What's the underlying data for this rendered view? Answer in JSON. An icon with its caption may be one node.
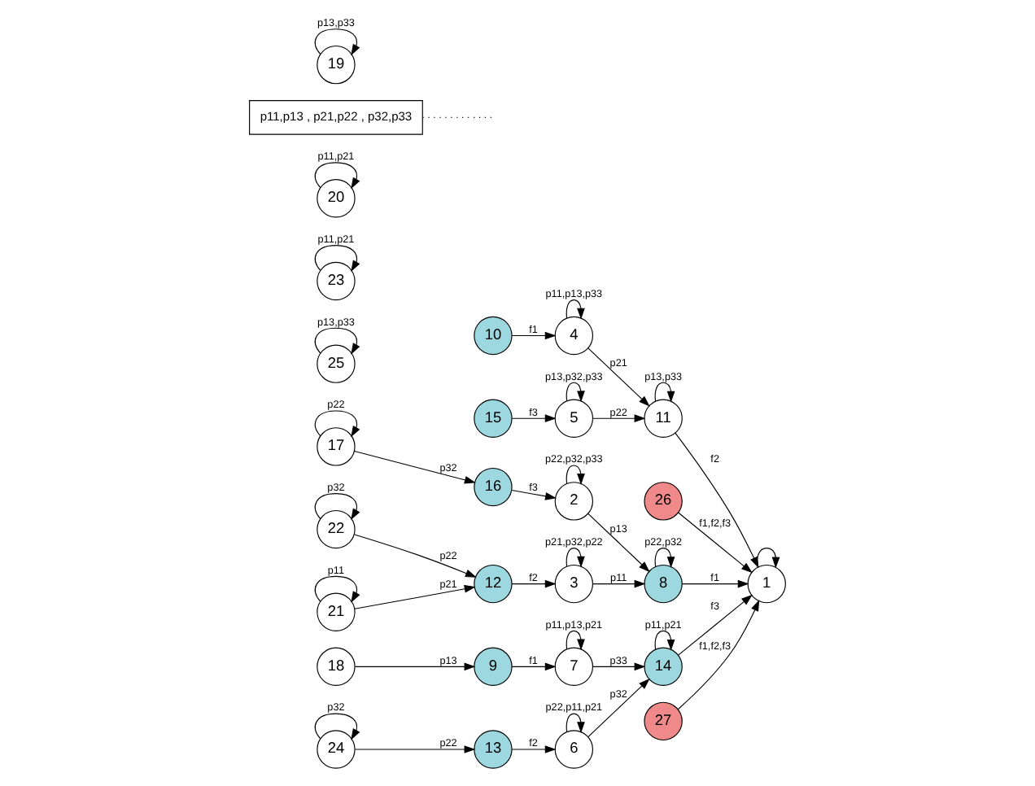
{
  "diagram": {
    "nodes": [
      {
        "text": [
          "17"
        ]
      },
      {
        "text": [
          "16"
        ]
      },
      {
        "text": [
          "2"
        ]
      },
      {
        "text": [
          "21"
        ]
      },
      {
        "text": [
          "12"
        ]
      },
      {
        "text": [
          "3"
        ]
      },
      {
        "text": [
          "8"
        ]
      },
      {
        "text": [
          "26"
        ]
      },
      {
        "text": [
          "25"
        ]
      },
      {
        "text": [
          "22"
        ]
      },
      {
        "text": [
          "10"
        ]
      },
      {
        "text": [
          "4"
        ]
      },
      {
        "text": [
          "23"
        ]
      },
      {
        "text": [
          "11"
        ]
      },
      {
        "text": [
          "1"
        ]
      },
      {
        "text": [
          "15"
        ]
      },
      {
        "text": [
          "5"
        ]
      },
      {
        "text": [
          "20"
        ]
      },
      {
        "text": [
          "24"
        ]
      },
      {
        "text": [
          "13"
        ]
      },
      {
        "text": [
          "6"
        ]
      },
      {
        "text": [
          "14"
        ]
      },
      {
        "text": [
          "27"
        ]
      },
      {
        "text": [
          "p11,p13 , p21,p22 , p32,p33"
        ]
      },
      {
        "text": [
          "19"
        ]
      },
      {
        "text": [
          "18"
        ]
      },
      {
        "text": [
          "9"
        ]
      },
      {
        "text": [
          "7"
        ]
      }
    ],
    "edges": [
      {
        "from": 0,
        "to": 0,
        "arrow": "to",
        "label": "p22"
      },
      {
        "from": 0,
        "to": 1,
        "arrow": "to",
        "label": "p32"
      },
      {
        "from": 1,
        "to": 2,
        "arrow": "to",
        "label": "f3"
      },
      {
        "from": 2,
        "to": 2,
        "arrow": "to",
        "label": "p22,p32,p33"
      },
      {
        "from": 2,
        "to": 6,
        "arrow": "to",
        "label": "p13"
      },
      {
        "from": 3,
        "to": 4,
        "arrow": "to",
        "label": "p21"
      },
      {
        "from": 3,
        "to": 3,
        "arrow": "to",
        "label": "p11"
      },
      {
        "from": 4,
        "to": 5,
        "arrow": "to",
        "label": "f2"
      },
      {
        "from": 5,
        "to": 5,
        "arrow": "to",
        "label": "p21,p32,p22"
      },
      {
        "from": 5,
        "to": 6,
        "arrow": "to",
        "label": "p11"
      },
      {
        "from": 6,
        "to": 6,
        "arrow": "to",
        "label": "p22,p32"
      },
      {
        "from": 9,
        "to": 4,
        "arrow": "to",
        "label": "p22"
      },
      {
        "from": 9,
        "to": 9,
        "arrow": "to",
        "label": "p32"
      },
      {
        "from": 8,
        "to": 8,
        "arrow": "to",
        "label": "p13,p33"
      },
      {
        "from": 12,
        "to": 12,
        "arrow": "to",
        "label": "p11,p21"
      },
      {
        "from": 10,
        "to": 11,
        "arrow": "to",
        "label": "f1"
      },
      {
        "from": 11,
        "to": 11,
        "arrow": "to",
        "label": "p11,p13,p33"
      },
      {
        "from": 11,
        "to": 13,
        "arrow": "to",
        "label": "p21"
      },
      {
        "from": 6,
        "to": 14,
        "arrow": "to",
        "label": "f1"
      },
      {
        "from": 7,
        "to": 14,
        "arrow": "to",
        "label": "f1,f2,f3"
      },
      {
        "from": 13,
        "to": 14,
        "arrow": "to",
        "label": "f2"
      },
      {
        "from": 13,
        "to": 13,
        "arrow": "to",
        "label": "p13,p33"
      },
      {
        "from": 15,
        "to": 16,
        "arrow": "to",
        "label": "f3"
      },
      {
        "from": 16,
        "to": 16,
        "arrow": "to",
        "label": "p13,p32,p33"
      },
      {
        "from": 16,
        "to": 13,
        "arrow": "to",
        "label": "p22"
      },
      {
        "from": 17,
        "to": 17,
        "arrow": "to",
        "label": "p11,p21"
      },
      {
        "from": 18,
        "to": 18,
        "arrow": "to",
        "label": "p32"
      },
      {
        "from": 18,
        "to": 19,
        "arrow": "to",
        "label": "p22"
      },
      {
        "from": 19,
        "to": 20,
        "arrow": "to",
        "label": "f2"
      },
      {
        "from": 20,
        "to": 20,
        "arrow": "to",
        "label": "p22,p11,p21"
      },
      {
        "from": 20,
        "to": 21,
        "arrow": "to",
        "label": "p32"
      },
      {
        "from": 21,
        "to": 14,
        "arrow": "to",
        "label": "f3"
      },
      {
        "from": 21,
        "to": 21,
        "arrow": "to",
        "label": "p11,p21"
      },
      {
        "from": 22,
        "to": 14,
        "arrow": "to",
        "label": "f1,f2,f3"
      },
      {
        "from": 24,
        "to": 24,
        "arrow": "to",
        "label": "p13,p33"
      },
      {
        "from": 25,
        "to": 26,
        "arrow": "to",
        "label": "p13"
      },
      {
        "from": 26,
        "to": 27,
        "arrow": "to",
        "label": "f1"
      },
      {
        "from": 27,
        "to": 21,
        "arrow": "to",
        "label": "p33"
      },
      {
        "from": 27,
        "to": 27,
        "arrow": "to",
        "label": "p11,p13,p21"
      },
      {
        "from": 14,
        "to": 14,
        "arrow": "to"
      },
      {
        "from": 23,
        "to": null,
        "arrow": "none",
        "style": "dashed"
      }
    ]
  }
}
